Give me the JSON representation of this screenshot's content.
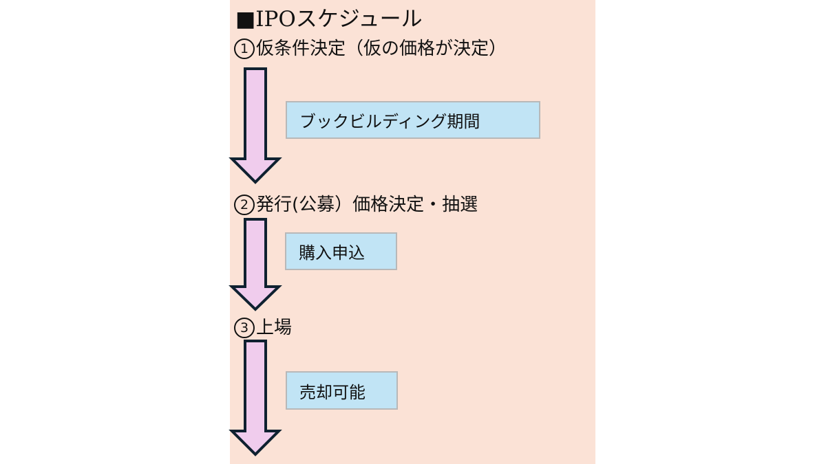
{
  "title": "■IPOスケジュール",
  "steps": [
    {
      "number": "1",
      "label": "仮条件決定（仮の価格が決定）"
    },
    {
      "number": "2",
      "label": "発行(公募）価格決定・抽選"
    },
    {
      "number": "3",
      "label": "上場"
    }
  ],
  "phases": [
    {
      "label": "ブックビルディング期間"
    },
    {
      "label": "購入申込"
    },
    {
      "label": "売却可能"
    }
  ],
  "colors": {
    "background": "#fbe2d6",
    "arrow_fill": "#f0cced",
    "arrow_stroke": "#0f2130",
    "box_fill": "#c1e4f5",
    "box_border": "#b8b8b8"
  }
}
